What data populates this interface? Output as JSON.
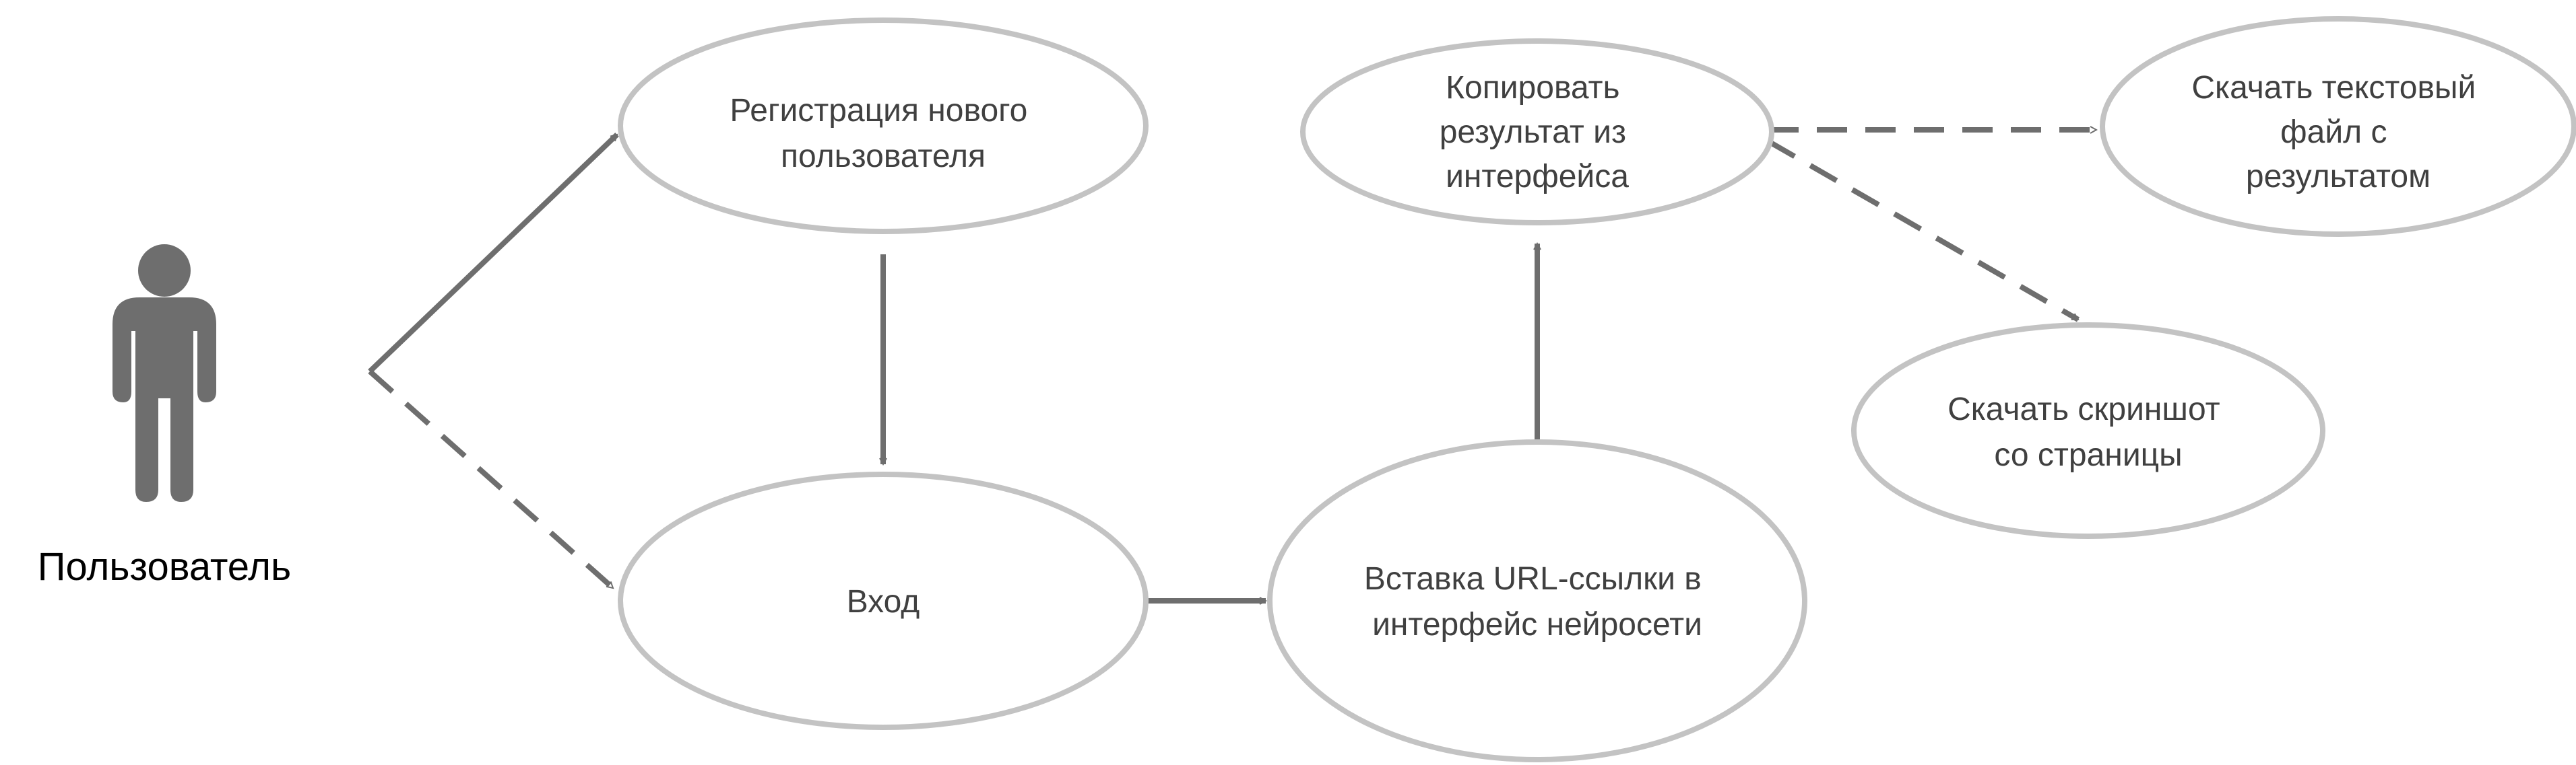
{
  "colors": {
    "ellipse_stroke": "#c3c3c3",
    "arrow": "#6e6e6e",
    "text": "#404040",
    "actor_icon": "#6e6e6e"
  },
  "actor": {
    "icon": "person-icon",
    "label": "Пользователь"
  },
  "use_cases": [
    {
      "id": "registration",
      "lines": [
        "Регистрация нового",
        "пользователя"
      ]
    },
    {
      "id": "login",
      "lines": [
        "Вход"
      ]
    },
    {
      "id": "paste-url",
      "lines": [
        "Вставка URL-ссылки в",
        "интерфейс нейросети"
      ]
    },
    {
      "id": "copy-result",
      "lines": [
        "Копировать",
        "результат из",
        "интерфейса"
      ]
    },
    {
      "id": "download-text",
      "lines": [
        "Скачать текстовый",
        "файл с",
        "результатом"
      ]
    },
    {
      "id": "download-screenshot",
      "lines": [
        "Скачать скриншот",
        "со страницы"
      ]
    }
  ],
  "relations": [
    {
      "from": "actor",
      "to": "registration",
      "style": "solid"
    },
    {
      "from": "actor",
      "to": "login",
      "style": "dashed"
    },
    {
      "from": "registration",
      "to": "login",
      "style": "solid"
    },
    {
      "from": "login",
      "to": "paste-url",
      "style": "solid"
    },
    {
      "from": "paste-url",
      "to": "copy-result",
      "style": "solid"
    },
    {
      "from": "copy-result",
      "to": "download-text",
      "style": "dashed"
    },
    {
      "from": "copy-result",
      "to": "download-screenshot",
      "style": "dashed"
    }
  ]
}
